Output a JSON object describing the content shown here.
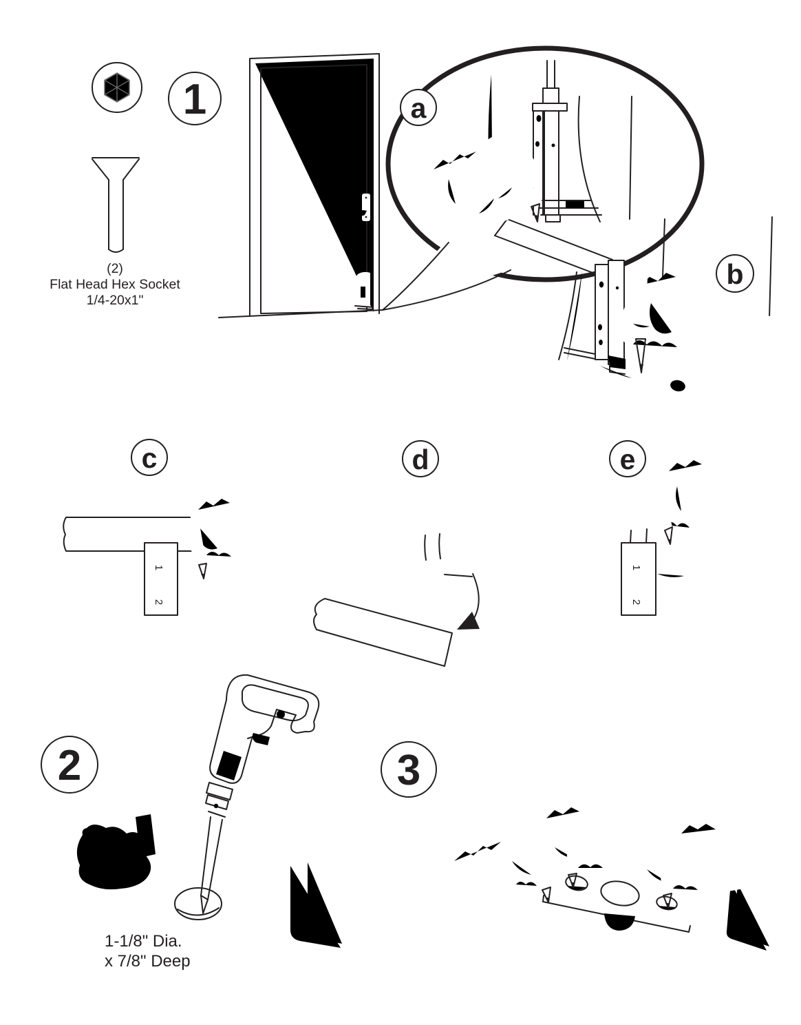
{
  "document": {
    "kind": "door-hardware-installation-instruction-sheet",
    "background_color": "#ffffff",
    "ink_color": "#231f20"
  },
  "steps": {
    "one": "1",
    "two": "2",
    "three": "3"
  },
  "substeps": {
    "a": "a",
    "b": "b",
    "c": "c",
    "d": "d",
    "e": "e"
  },
  "hardware_callout": {
    "quantity": "(2)",
    "name": "Flat Head Hex Socket",
    "size": "1/4-20x1\""
  },
  "drill_dimensions": {
    "line1": "1-1/8\" Dia.",
    "line2": "x 7/8\" Deep"
  },
  "ruler_c": {
    "labels": [
      "1",
      "2"
    ]
  },
  "ruler_e": {
    "labels": [
      "1",
      "2"
    ]
  },
  "icons": {
    "hex_socket_head": "hex-socket-screw-head-top-view",
    "flat_head_screw": "flat-head-screw-side-view",
    "door": "door-with-frame-and-floor-holder",
    "callout_bubble": "magnifier-speech-bubble",
    "marking_hand": "hand-holding-pencil",
    "ruler": "inch-ruler",
    "arrow": "curved-placement-arrow",
    "drill": "power-drill-with-bit",
    "strike_plate": "plate-with-two-screw-holes-and-center-bore"
  }
}
